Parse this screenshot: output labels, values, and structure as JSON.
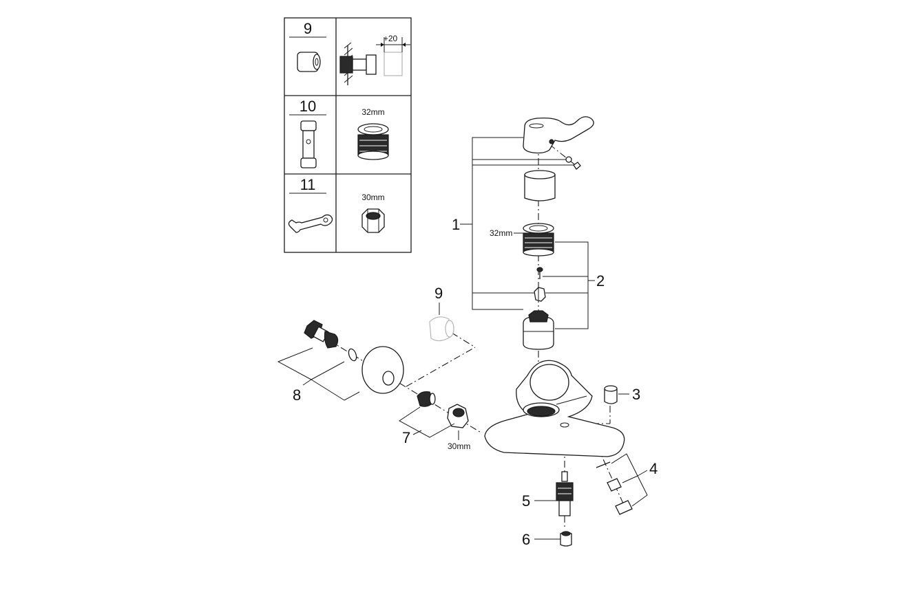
{
  "legend": {
    "rows": [
      {
        "number": "9",
        "tool_dimension": "+20"
      },
      {
        "number": "10",
        "tool_dimension": "32mm"
      },
      {
        "number": "11",
        "tool_dimension": "30mm"
      }
    ]
  },
  "callouts": {
    "c1": "1",
    "c2": "2",
    "c3": "3",
    "c4": "4",
    "c5": "5",
    "c6": "6",
    "c7": "7",
    "c8": "8",
    "c9": "9"
  },
  "dimensions": {
    "cartridge_nut": "32mm",
    "union_nut": "30mm"
  }
}
